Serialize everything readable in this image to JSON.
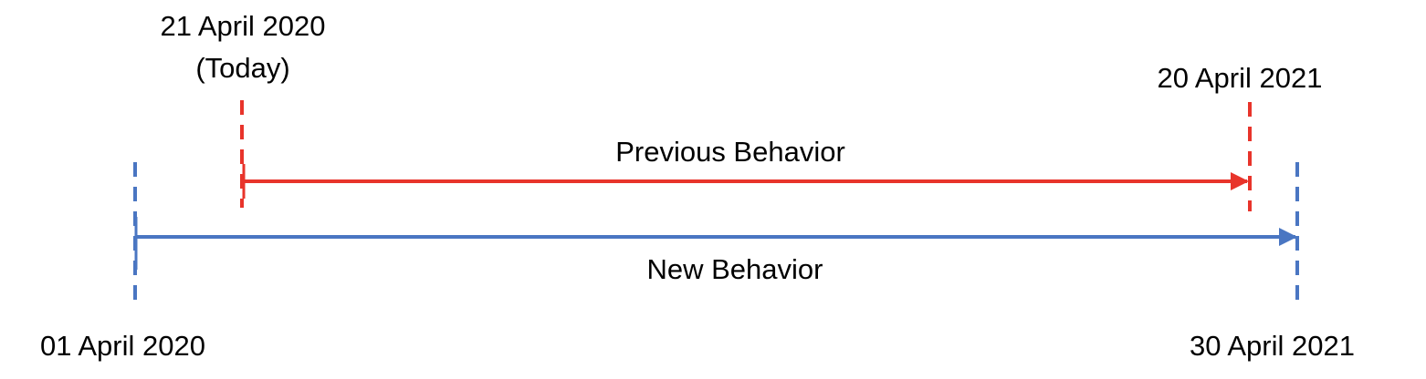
{
  "colors": {
    "previous": "#e8342b",
    "new": "#4a76c2",
    "text": "#000000"
  },
  "labels": {
    "today_date": "21 April 2020",
    "today_note": "(Today)",
    "previous_end": "20 April 2021",
    "previous_behavior": "Previous Behavior",
    "new_behavior": "New Behavior",
    "new_start": "01 April 2020",
    "new_end": "30 April 2021"
  },
  "timeline": {
    "previous": {
      "start": "21 April 2020",
      "end": "20 April 2021"
    },
    "new": {
      "start": "01 April 2020",
      "end": "30 April 2021"
    }
  }
}
